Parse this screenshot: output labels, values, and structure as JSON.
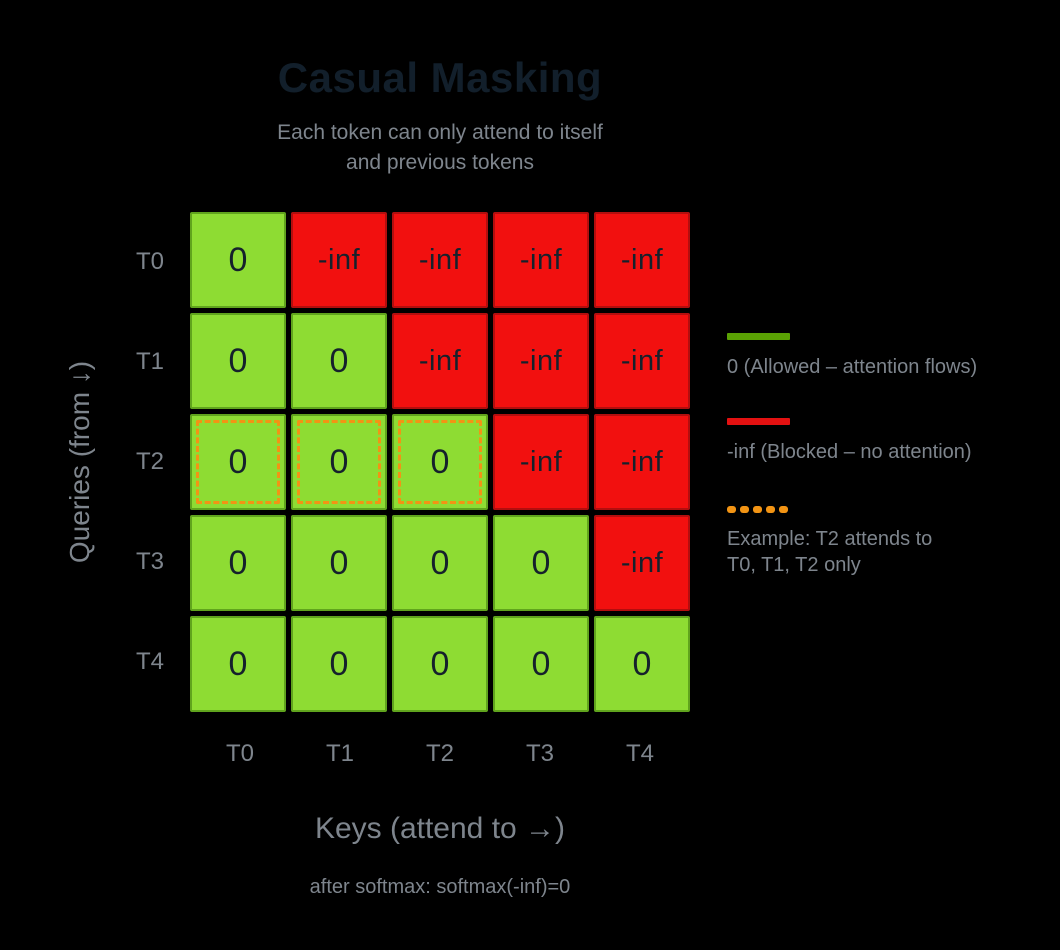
{
  "title": "Casual Masking",
  "subtitle_line1": "Each token can only attend to itself",
  "subtitle_line2": "and previous tokens",
  "axes": {
    "y_label": "Queries (from ↓)",
    "x_label": "Keys (attend to →)",
    "row_labels": [
      "T0",
      "T1",
      "T2",
      "T3",
      "T4"
    ],
    "col_labels": [
      "T0",
      "T1",
      "T2",
      "T3",
      "T4"
    ]
  },
  "matrix": {
    "allowed_value": "0",
    "blocked_value": "-inf",
    "rows": [
      [
        "0",
        "-inf",
        "-inf",
        "-inf",
        "-inf"
      ],
      [
        "0",
        "0",
        "-inf",
        "-inf",
        "-inf"
      ],
      [
        "0",
        "0",
        "0",
        "-inf",
        "-inf"
      ],
      [
        "0",
        "0",
        "0",
        "0",
        "-inf"
      ],
      [
        "0",
        "0",
        "0",
        "0",
        "0"
      ]
    ],
    "highlighted_cells": [
      [
        2,
        0
      ],
      [
        2,
        1
      ],
      [
        2,
        2
      ]
    ]
  },
  "legend": {
    "allowed": {
      "swatch": "green-solid-line",
      "label": "0 (Allowed – attention flows)"
    },
    "blocked": {
      "swatch": "red-solid-line",
      "label": "-inf (Blocked – no attention)"
    },
    "example": {
      "swatch": "orange-dotted-line",
      "line1": "Example: T2 attends to",
      "line2": "T0, T1, T2 only"
    }
  },
  "footnote": "after softmax: softmax(-inf)=0",
  "colors": {
    "bg": "#000000",
    "title_color": "#121f2b",
    "text_gray": "#7e858d",
    "green_fill": "#8edc33",
    "green_border": "#60a41d",
    "red_fill": "#f2100f",
    "red_border": "#b30e0e",
    "legend_green": "#5aa104",
    "legend_red": "#e31111",
    "orange": "#f29414",
    "cell_text": "#15212c"
  }
}
